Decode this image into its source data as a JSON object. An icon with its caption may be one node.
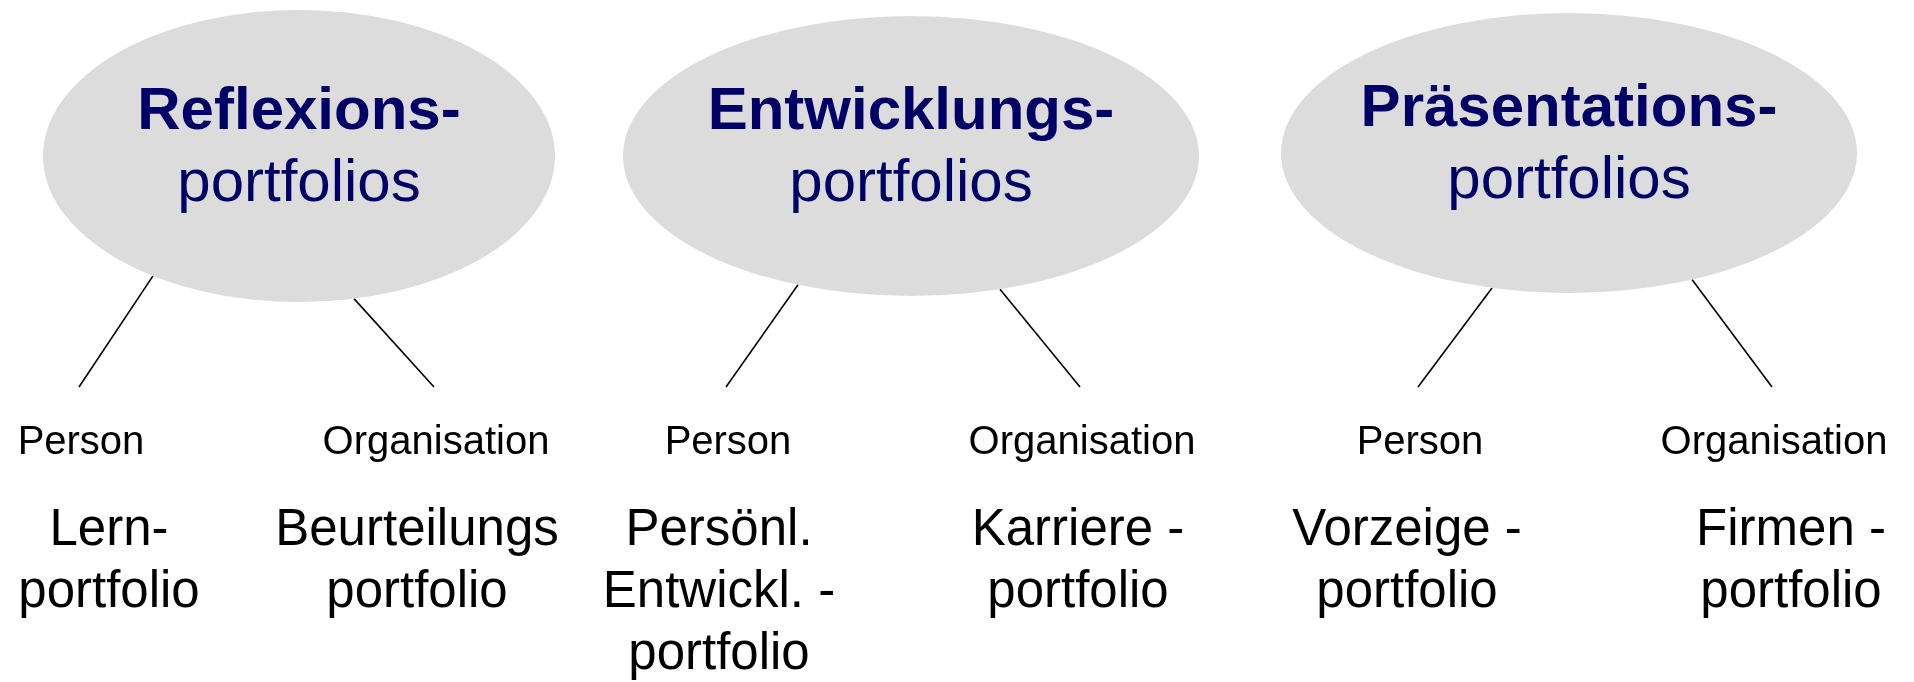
{
  "diagram": {
    "nodes": [
      {
        "text": [
          "Reflexions-",
          "portfolios"
        ]
      },
      {
        "text": [
          "Person"
        ],
        "beside": [
          "Lern- portfolio"
        ]
      },
      {
        "text": [
          "Organisation"
        ],
        "beside": [
          "Beurteilungs portfolio"
        ]
      },
      {
        "text": [
          "Entwicklungs-",
          "portfolios"
        ]
      },
      {
        "text": [
          "Person"
        ],
        "beside": [
          "Persönl. Entwickl. -portfolio"
        ]
      },
      {
        "text": [
          "Organisation"
        ],
        "beside": [
          "Karriere -portfolio"
        ]
      },
      {
        "text": [
          "Präsentations-",
          "portfolios"
        ]
      },
      {
        "text": [
          "Person"
        ],
        "beside": [
          "Vorzeige -portfolio"
        ]
      },
      {
        "text": [
          "Organisation"
        ],
        "beside": [
          "Firmen -portfolio"
        ]
      }
    ],
    "edges": [
      {
        "from": 0,
        "to": 1,
        "arrow": "none"
      },
      {
        "from": 0,
        "to": 2,
        "arrow": "none"
      },
      {
        "from": 3,
        "to": 4,
        "arrow": "none"
      },
      {
        "from": 3,
        "to": 5,
        "arrow": "none"
      },
      {
        "from": 6,
        "to": 7,
        "arrow": "none"
      },
      {
        "from": 6,
        "to": 8,
        "arrow": "none"
      }
    ]
  }
}
